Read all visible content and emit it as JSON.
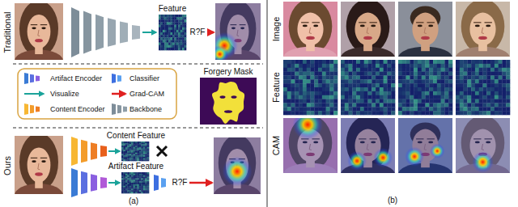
{
  "diagram": {
    "labels": [
      "Traditional",
      "Feature",
      "R?F",
      "Forgery Mask",
      "Ours",
      "Content Feature",
      "Artifact Feature",
      "R?F",
      "(a)",
      "Image",
      "Feature",
      "CAM",
      "(b)"
    ],
    "legend": [
      {
        "text": "Artifact Encoder"
      },
      {
        "text": "Classifier"
      },
      {
        "text": "Visualize"
      },
      {
        "text": "Grad-CAM"
      },
      {
        "text": "Content Encoder"
      },
      {
        "text": "Backbone"
      }
    ]
  }
}
